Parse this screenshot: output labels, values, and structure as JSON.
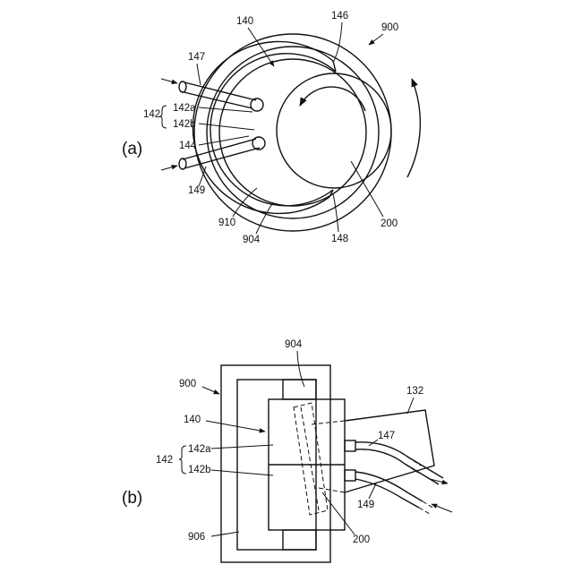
{
  "figure": {
    "panels": {
      "a": "(a)",
      "b": "(b)"
    },
    "labels_a": {
      "l140": "140",
      "l146": "146",
      "l900": "900",
      "l147": "147",
      "l142": "142",
      "l142a": "142a",
      "l142b": "142b",
      "l144": "144",
      "l149": "149",
      "l910": "910",
      "l904": "904",
      "l148": "148",
      "l200": "200"
    },
    "labels_b": {
      "l904": "904",
      "l900": "900",
      "l132": "132",
      "l140": "140",
      "l147": "147",
      "l142": "142",
      "l142a": "142a",
      "l142b": "142b",
      "l149": "149",
      "l906": "906",
      "l200": "200"
    }
  }
}
